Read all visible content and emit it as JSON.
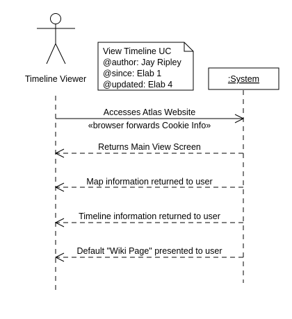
{
  "actor": {
    "name": "Timeline Viewer"
  },
  "system": {
    "name": ":System"
  },
  "note": {
    "lines": [
      "View Timeline UC",
      "@author: Jay Ripley",
      "@since: Elab 1",
      "@updated: Elab 4"
    ]
  },
  "messages": [
    {
      "label": "Accesses Atlas Website",
      "sublabel": "«browser forwards Cookie Info»",
      "type": "call"
    },
    {
      "label": "Returns Main View Screen",
      "type": "return"
    },
    {
      "label": "Map information returned to user",
      "type": "return"
    },
    {
      "label": "Timeline information returned to user",
      "type": "return"
    },
    {
      "label": "Default \"Wiki Page\" presented to user",
      "type": "return"
    }
  ]
}
